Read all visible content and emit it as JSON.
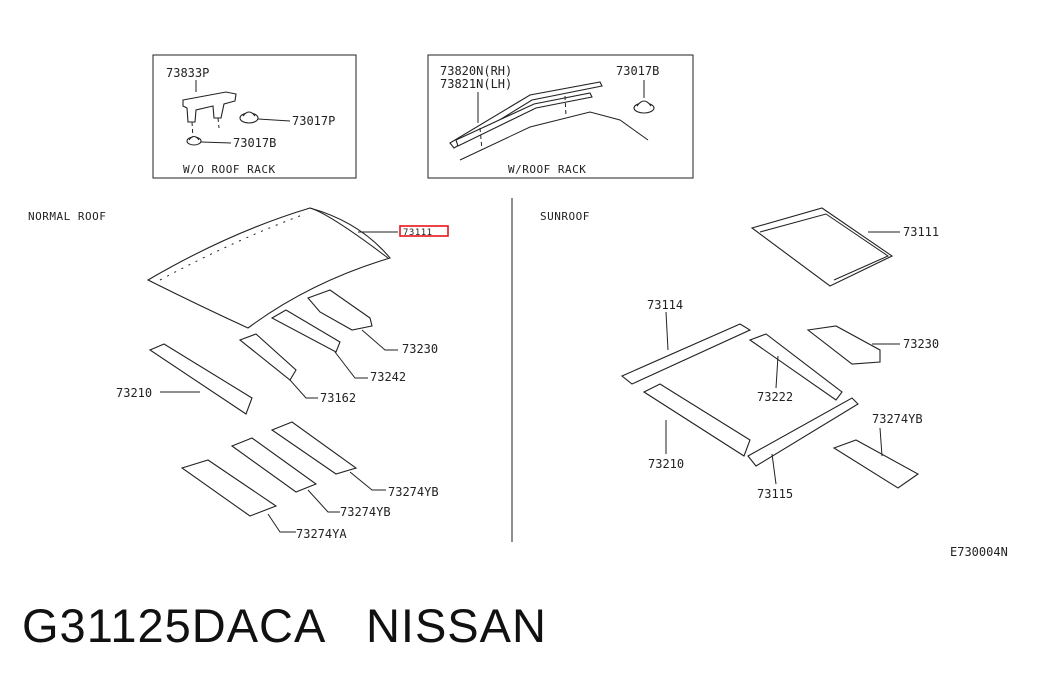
{
  "insets": {
    "left": {
      "caption": "W/O ROOF RACK",
      "parts": [
        "73833P",
        "73017P",
        "73017B"
      ]
    },
    "right": {
      "caption": "W/ROOF RACK",
      "parts": [
        "73820N(RH)",
        "73821N(LH)",
        "73017B"
      ]
    }
  },
  "normal_roof": {
    "title": "NORMAL ROOF",
    "highlighted_part": "73111",
    "parts": [
      "73230",
      "73242",
      "73162",
      "73210",
      "73274YB",
      "73274YB",
      "73274YA"
    ]
  },
  "sunroof": {
    "title": "SUNROOF",
    "parts": [
      "73111",
      "73114",
      "73230",
      "73222",
      "73210",
      "73274YB",
      "73115"
    ]
  },
  "diagram_code": "E730004N",
  "footer": {
    "part_number": "G31125DACA",
    "brand": "NISSAN"
  },
  "colors": {
    "line": "#222222",
    "highlight": "#e8141c",
    "background": "#ffffff"
  }
}
